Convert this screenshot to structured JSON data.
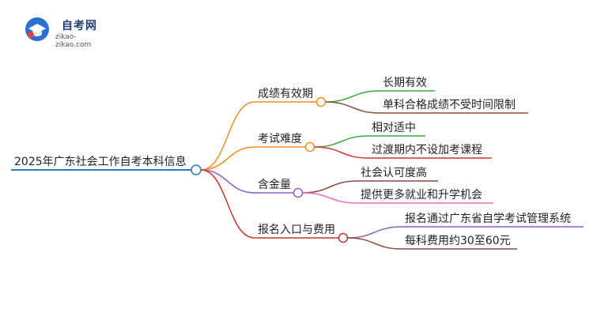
{
  "logo": {
    "title": "自考网",
    "url": "zikao-zikao.com"
  },
  "mindmap": {
    "root": "2025年广东社会工作自考本科信息",
    "branches": [
      {
        "label": "成绩有效期",
        "color": "#f28b1c",
        "children": [
          {
            "label": "长期有效",
            "color": "#3ca93c"
          },
          {
            "label": "单科合格成绩不受时间限制",
            "color": "#8b4d3b"
          }
        ]
      },
      {
        "label": "考试难度",
        "color": "#f28b1c",
        "children": [
          {
            "label": "相对适中",
            "color": "#3ca93c"
          },
          {
            "label": "过渡期内不设加考课程",
            "color": "#d9322b"
          }
        ]
      },
      {
        "label": "含金量",
        "color": "#8f5fc0",
        "children": [
          {
            "label": "社会认可度高",
            "color": "#8b4d3b"
          },
          {
            "label": "提供更多就业和升学机会",
            "color": "#e46fbd"
          }
        ]
      },
      {
        "label": "报名入口与费用",
        "color": "#c8302c",
        "children": [
          {
            "label": "报名通过广东省自学考试管理系统",
            "color": "#8f5fc0"
          },
          {
            "label": "每科费用约30至60元",
            "color": "#8b4d3b"
          }
        ]
      }
    ],
    "root_color": "#2f7ab8"
  }
}
